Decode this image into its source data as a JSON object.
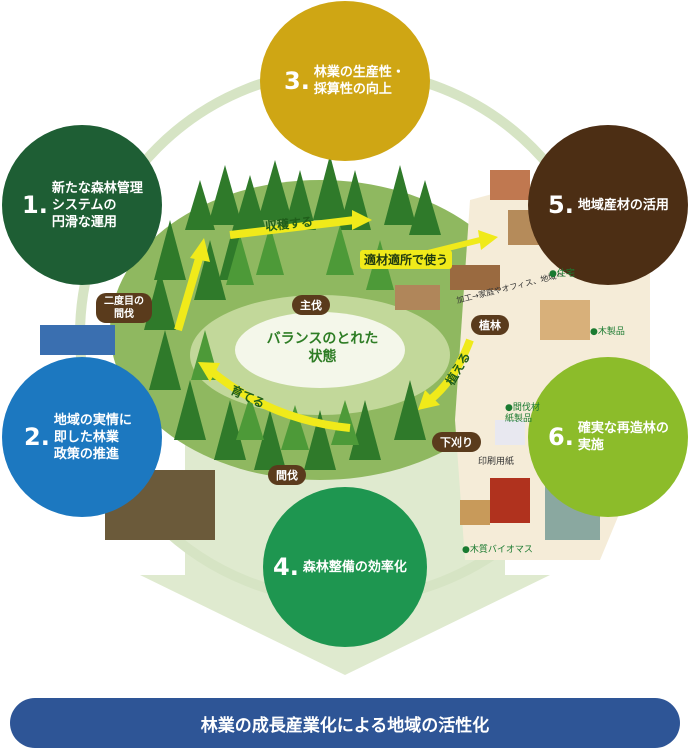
{
  "circles": [
    {
      "num": "1.",
      "text": "新たな森林管理\nシステムの\n円滑な運用",
      "color": "#1e5e34"
    },
    {
      "num": "2.",
      "text": "地域の実情に\n即した林業\n政策の推進",
      "color": "#1c78c0"
    },
    {
      "num": "3.",
      "text": "林業の生産性・\n採算性の向上",
      "color": "#cfa614"
    },
    {
      "num": "4.",
      "text": "森林整備の効率化",
      "color": "#1e9650"
    },
    {
      "num": "5.",
      "text": "地域産材の活用",
      "color": "#4c2e14"
    },
    {
      "num": "6.",
      "text": "確実な再造林の\n実施",
      "color": "#8cbc2a"
    }
  ],
  "cycle": {
    "center_text": "バランスのとれた\n状態",
    "arrows": [
      "収穫する",
      "育てる",
      "植える",
      "適材適所で使う"
    ],
    "tags": [
      "主伐",
      "二度目の\n間伐",
      "間伐",
      "植林",
      "下刈り"
    ]
  },
  "products": {
    "route_text": "加工→家庭やオフィス、地域へ",
    "items": [
      "●住宅",
      "●木製品",
      "●間伐材\n紙製品",
      "印刷用紙",
      "●木質バイオマス"
    ]
  },
  "banner_text": "林業の成長産業化による地域の活性化"
}
